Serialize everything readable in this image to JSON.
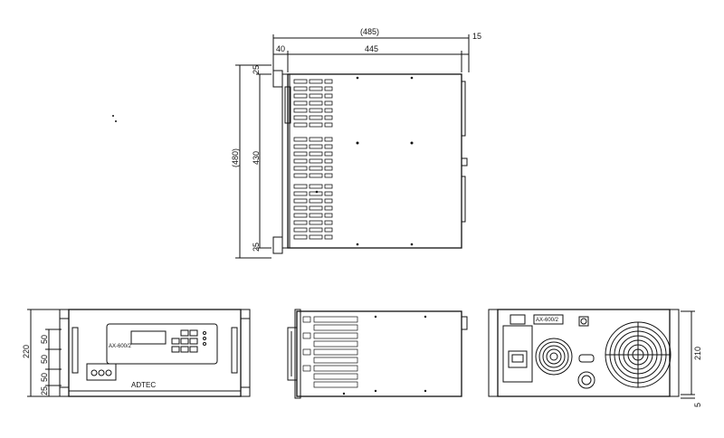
{
  "drawing": {
    "top_view": {
      "dims": {
        "overall_width": "(485)",
        "front_projection": "40",
        "body_depth": "445",
        "rear_projection": "15",
        "overall_height": "(480)",
        "body_height": "430",
        "top_margin": "25",
        "bottom_margin": "25"
      }
    },
    "front_view": {
      "dims": {
        "height": "220",
        "seg1": "50",
        "seg2": "50",
        "seg3": "50",
        "seg4": "25"
      },
      "brand": "ADTEC",
      "model": "AX-600/2"
    },
    "rear_view": {
      "dims": {
        "height": "210",
        "foot": "5"
      },
      "model": "AX-600/2"
    }
  }
}
